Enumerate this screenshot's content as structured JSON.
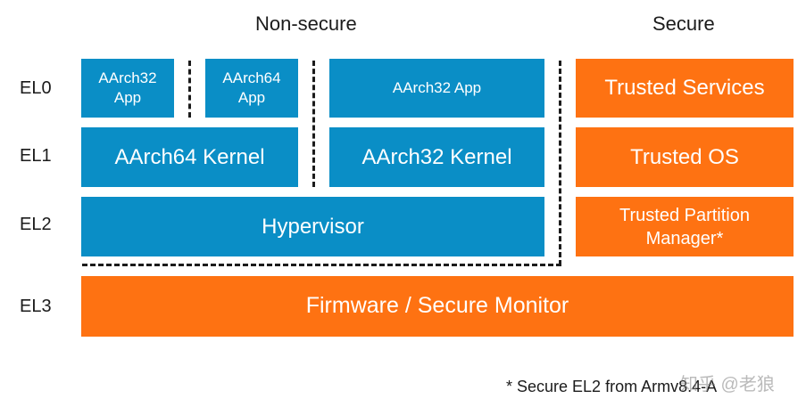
{
  "headings": {
    "non_secure": "Non-secure",
    "secure": "Secure"
  },
  "exception_levels": {
    "el0": "EL0",
    "el1": "EL1",
    "el2": "EL2",
    "el3": "EL3"
  },
  "non_secure": {
    "el0": {
      "app1": "AArch32 App",
      "app2": "AArch64 App",
      "app3": "AArch32 App"
    },
    "el1": {
      "kernel1": "AArch64 Kernel",
      "kernel2": "AArch32 Kernel"
    },
    "el2": {
      "hypervisor": "Hypervisor"
    }
  },
  "secure": {
    "el0": "Trusted Services",
    "el1": "Trusted OS",
    "el2": "Trusted Partition Manager*"
  },
  "el3": {
    "firmware": "Firmware / Secure Monitor"
  },
  "footnote": "* Secure EL2 from Armv8.4-A",
  "watermark": "知乎 @老狼",
  "colors": {
    "non_secure_blue": "#0a8ec6",
    "secure_orange": "#fe7212"
  }
}
